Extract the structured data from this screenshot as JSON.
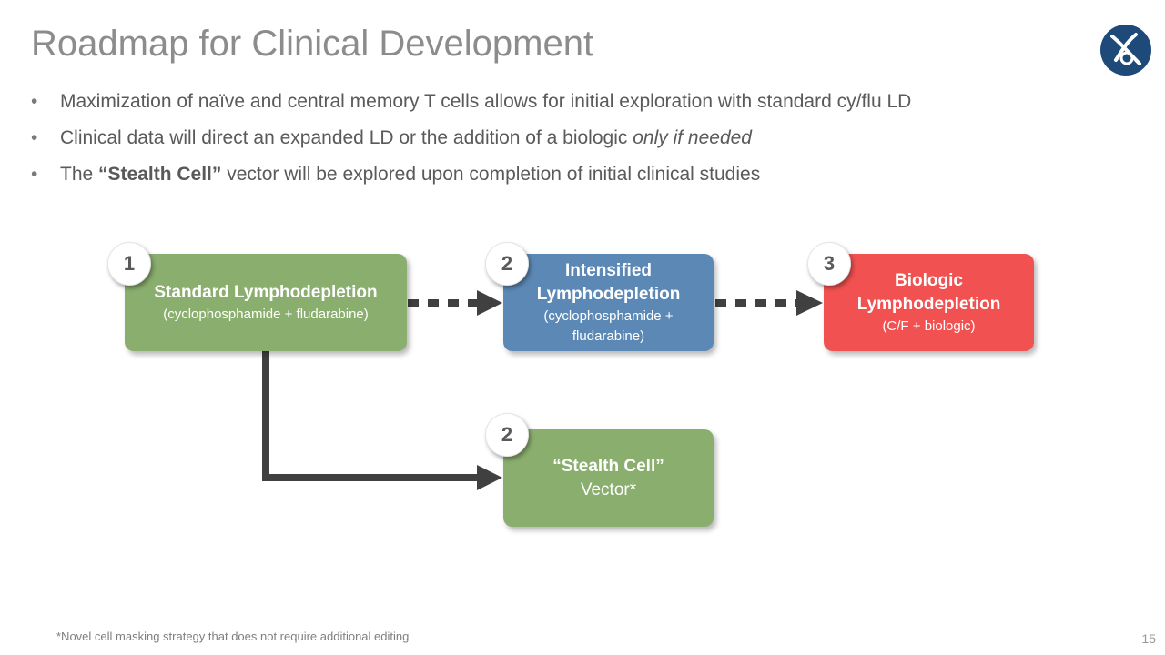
{
  "slide": {
    "title": "Roadmap for Clinical Development",
    "page_number": "15",
    "footnote": "*Novel cell masking strategy that does not require additional editing"
  },
  "bullets": [
    {
      "text": "Maximization of naïve and central memory T cells allows for initial exploration with standard cy/flu LD"
    },
    {
      "prefix": "Clinical data will direct an expanded LD or the addition of a biologic ",
      "emphasis": "only if needed"
    },
    {
      "prefix": "The ",
      "bold": "“Stealth Cell”",
      "suffix": " vector will be explored upon completion of initial clinical studies"
    }
  ],
  "bullet_symbol": "•",
  "diagram": {
    "nodes": [
      {
        "badge": "1",
        "title": "Standard Lymphodepletion",
        "subtitle": "(cyclophosphamide + fludarabine)",
        "color": "#8aae6e"
      },
      {
        "badge": "2",
        "title": "Intensified Lymphodepletion",
        "subtitle": "(cyclophosphamide + fludarabine)",
        "color": "#5b88b5"
      },
      {
        "badge": "3",
        "title": "Biologic Lymphodepletion",
        "subtitle": "(C/F + biologic)",
        "color": "#f15150"
      },
      {
        "badge": "2",
        "title": "“Stealth Cell”",
        "subtitle": "Vector*",
        "color": "#8aae6e"
      }
    ],
    "edges": [
      {
        "from": "Standard Lymphodepletion",
        "to": "Intensified Lymphodepletion",
        "style": "dotted"
      },
      {
        "from": "Intensified Lymphodepletion",
        "to": "Biologic Lymphodepletion",
        "style": "dotted"
      },
      {
        "from": "Standard Lymphodepletion",
        "to": "“Stealth Cell”",
        "style": "solid-elbow"
      }
    ],
    "connector_color": "#404040"
  },
  "logo": {
    "icon": "company-logo-icon",
    "color": "#1e4a7a"
  }
}
